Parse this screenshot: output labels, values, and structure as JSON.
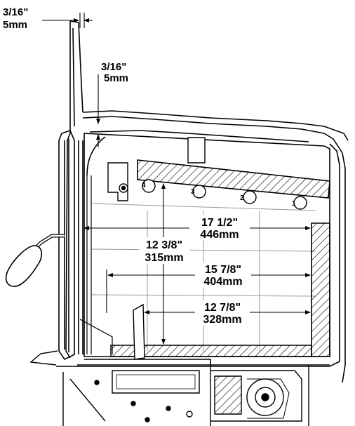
{
  "dimensions": {
    "top_gap": {
      "imperial": "3/16\"",
      "metric": "5mm"
    },
    "inner_gap": {
      "imperial": "3/16\"",
      "metric": "5mm"
    },
    "depth_top": {
      "imperial": "17 1/2\"",
      "metric": "446mm"
    },
    "height": {
      "imperial": "12 3/8\"",
      "metric": "315mm"
    },
    "depth_middle": {
      "imperial": "15 7/8\"",
      "metric": "404mm"
    },
    "depth_bottom": {
      "imperial": "12 7/8\"",
      "metric": "328mm"
    }
  },
  "burner_labels": [
    "4",
    "3",
    "2",
    "1"
  ]
}
